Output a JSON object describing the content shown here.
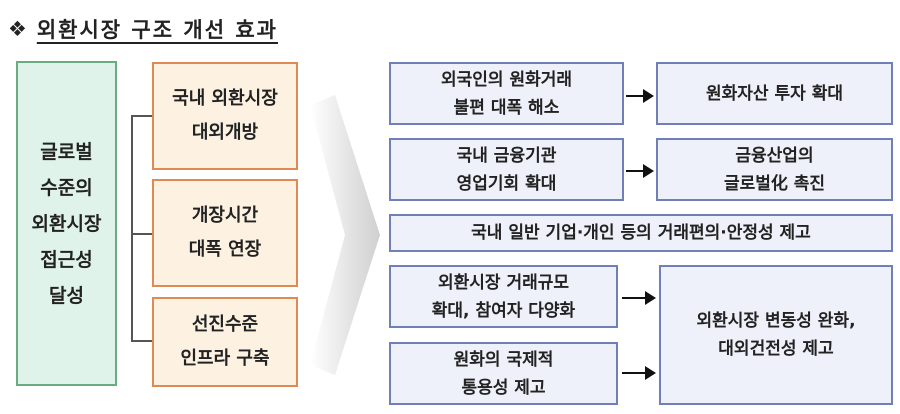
{
  "title": "외환시장 구조 개선 효과",
  "goal": [
    "글로벌",
    "수준의",
    "외환시장",
    "접근성",
    "달성"
  ],
  "measures": [
    [
      "국내 외환시장",
      "대외개방"
    ],
    [
      "개장시간",
      "대폭 연장"
    ],
    [
      "선진수준",
      "인프라 구축"
    ]
  ],
  "effects": {
    "r1_left": [
      "외국인의 원화거래",
      "불편 대폭 해소"
    ],
    "r1_right": [
      "원화자산 투자 확대"
    ],
    "r2_left": [
      "국내 금융기관",
      "영업기회 확대"
    ],
    "r2_right": [
      "금융산업의",
      "글로벌化 촉진"
    ],
    "r3": [
      "국내 일반 기업·개인 등의 거래편의·안정성 제고"
    ],
    "r4_left": [
      "외환시장 거래규모",
      "확대, 참여자 다양화"
    ],
    "r5_left": [
      "원화의 국제적",
      "통용성 제고"
    ],
    "r45_right": [
      "외환시장 변동성 완화,",
      "대외건전성 제고"
    ]
  }
}
